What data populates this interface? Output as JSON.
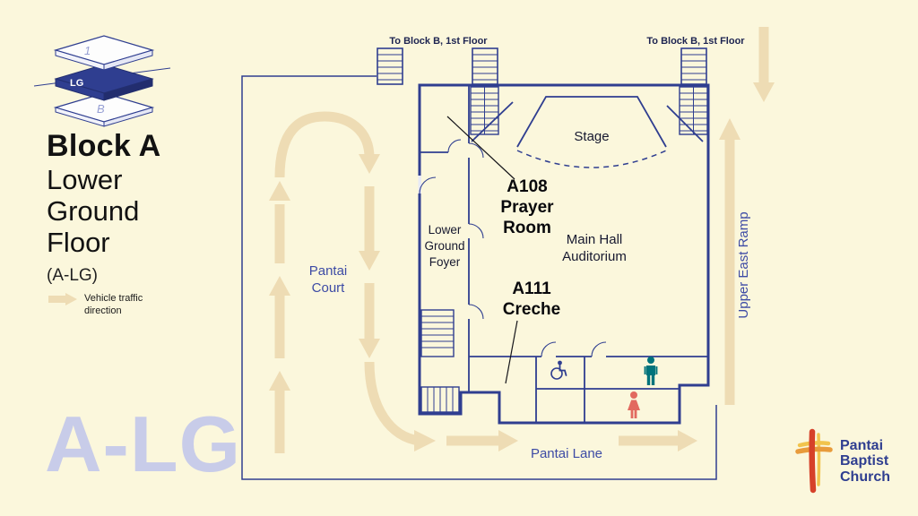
{
  "title": {
    "block": "Block A",
    "floor_lines": [
      "Lower",
      "Ground",
      "Floor"
    ],
    "code": "(A-LG)"
  },
  "legend": {
    "traffic_line1": "Vehicle traffic",
    "traffic_line2": "direction",
    "layer_top": "1",
    "layer_mid": "LG",
    "layer_bottom": "B"
  },
  "watermark": "A-LG",
  "plan": {
    "to_block_b_left": "To Block B, 1st Floor",
    "to_block_b_right": "To Block B, 1st Floor",
    "stage": "Stage",
    "main_hall_line1": "Main Hall",
    "main_hall_line2": "Auditorium",
    "foyer_line1": "Lower",
    "foyer_line2": "Ground",
    "foyer_line3": "Foyer",
    "a108_line1": "A108",
    "a108_line2": "Prayer",
    "a108_line3": "Room",
    "a111_line1": "A111",
    "a111_line2": "Creche"
  },
  "roads": {
    "court_line1": "Pantai",
    "court_line2": "Court",
    "lane": "Pantai Lane",
    "ramp": "Upper East Ramp"
  },
  "logo": {
    "line1": "Pantai",
    "line2": "Baptist",
    "line3": "Church"
  },
  "colors": {
    "background": "#FBF7DC",
    "plan_fill": "#E8EAF6",
    "outline": "#2F3E90",
    "traffic_arrow": "#EEDCB4",
    "watermark": "#C8CCE9",
    "road_label": "#3D4BA5",
    "male_icon": "#00737C",
    "female_icon": "#E2695F",
    "cross_red": "#D64129",
    "cross_orange": "#E89B3B",
    "cross_yellow": "#F1C44D"
  }
}
